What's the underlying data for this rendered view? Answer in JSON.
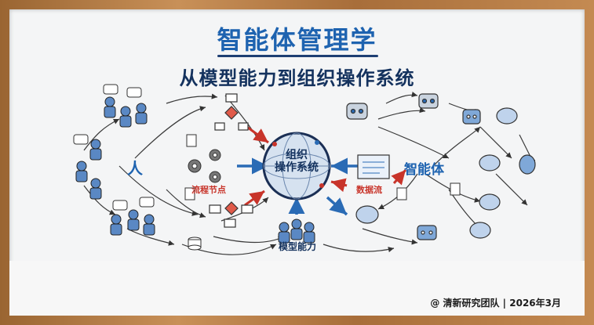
{
  "title": "智能体管理学",
  "subtitle": "从模型能力到组织操作系统",
  "nodes": {
    "center": "组织\n操作系统",
    "human": "人",
    "agents": "智能体",
    "process": "流程节点",
    "dataflow": "数据流",
    "model": "模型能力"
  },
  "footer": "@ 清新研究团队 | 2026年3月",
  "colors": {
    "blue": "#1e63b0",
    "red": "#d23a2a",
    "navy": "#14325e"
  }
}
